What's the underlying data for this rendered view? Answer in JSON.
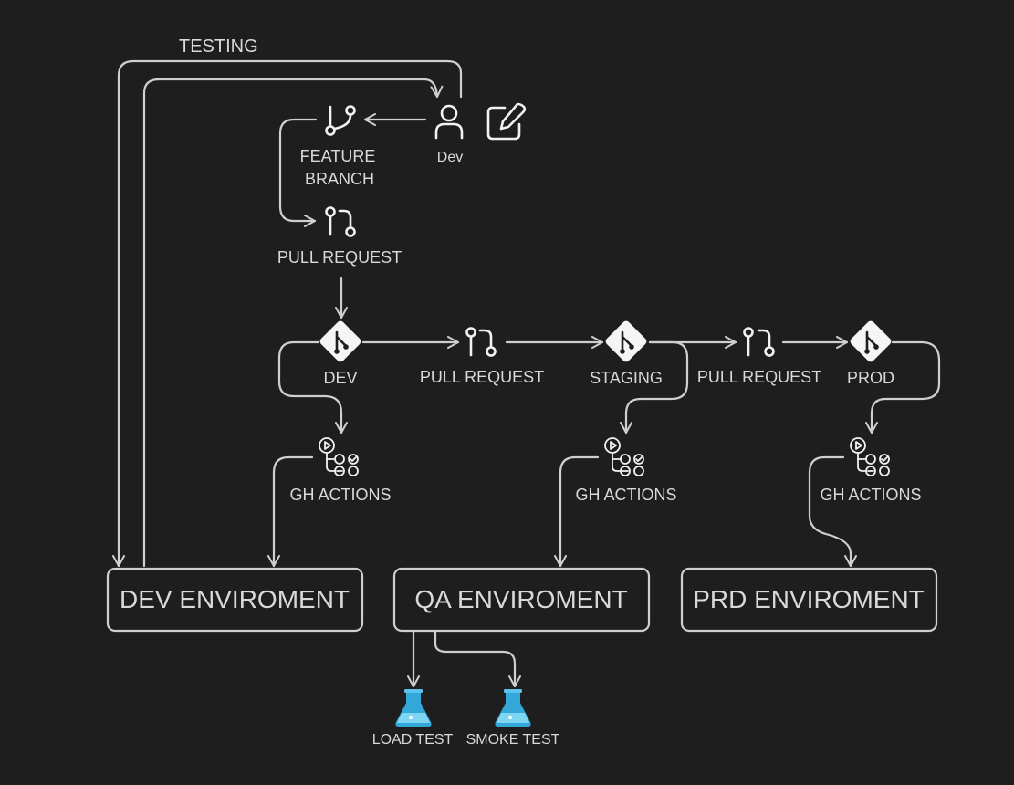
{
  "labels": {
    "testing": "TESTING",
    "dev_user": "Dev",
    "feature_branch_line1": "FEATURE",
    "feature_branch_line2": "BRANCH",
    "pull_request_1": "PULL REQUEST",
    "branch_dev": "DEV",
    "pull_request_2": "PULL REQUEST",
    "branch_staging": "STAGING",
    "pull_request_3": "PULL REQUEST",
    "branch_prod": "PROD",
    "gh_actions_1": "GH ACTIONS",
    "gh_actions_2": "GH ACTIONS",
    "gh_actions_3": "GH ACTIONS",
    "env_dev": "DEV ENVIROMENT",
    "env_qa": "QA ENVIROMENT",
    "env_prd": "PRD ENVIROMENT",
    "load_test": "LOAD TEST",
    "smoke_test": "SMOKE TEST"
  },
  "colors": {
    "background": "#1e1e1e",
    "line": "#cfcfcf",
    "text": "#d9d9d9",
    "flask_blue": "#33a7d8",
    "flask_liquid": "#7fd6f2"
  },
  "icons": {
    "user": "user-icon",
    "edit": "edit-icon",
    "branch": "git-branch-icon",
    "pull_request": "pull-request-icon",
    "git": "git-diamond-icon",
    "actions": "github-actions-icon",
    "flask": "test-flask-icon"
  }
}
